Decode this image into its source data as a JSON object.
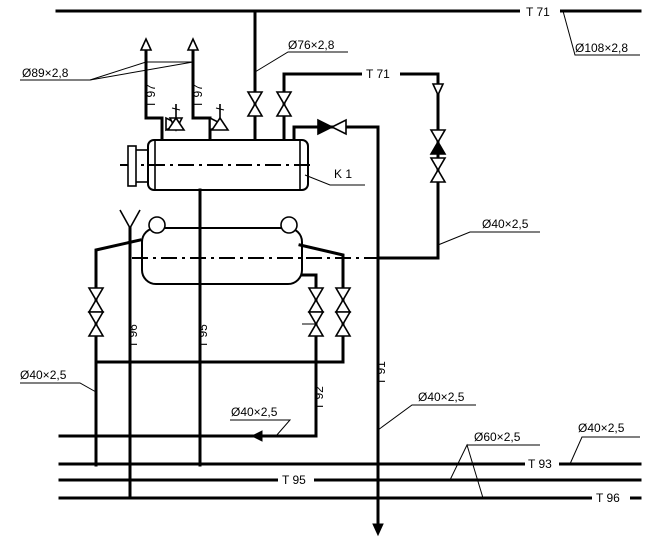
{
  "labels": {
    "t71_top": "T 71",
    "t71_mid": "T 71",
    "d108": "Ø108×2,8",
    "d76": "Ø76×2,8",
    "d89": "Ø89×2,8",
    "t97_a": "T 97",
    "t97_b": "T 97",
    "k1": "K 1",
    "d40_right": "Ø40×2,5",
    "d40_left": "Ø40×2,5",
    "t96_riser": "T 96",
    "t95_riser": "T 95",
    "t91_riser": "T 91",
    "t92_riser": "T 92",
    "d40_mid": "Ø40×2,5",
    "d40_t91": "Ø40×2,5",
    "d60": "Ø60×2,5",
    "d40_far": "Ø40×2,5",
    "t93": "T 93",
    "t95_bottom": "T 95",
    "t96_bottom": "T 96"
  }
}
